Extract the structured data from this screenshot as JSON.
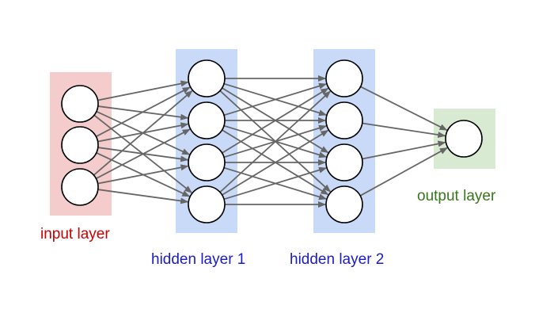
{
  "diagram": {
    "colors": {
      "node_stroke": "#000000",
      "node_fill": "#ffffff",
      "edge": "#666666",
      "background": "#ffffff"
    },
    "layers": [
      {
        "id": "input",
        "label": "input layer",
        "nodes": 3,
        "band_color": "#f4cccc",
        "label_color": "#cc0000"
      },
      {
        "id": "hidden1",
        "label": "hidden layer 1",
        "nodes": 4,
        "band_color": "#c9daf8",
        "label_color": "#1c1cc4"
      },
      {
        "id": "hidden2",
        "label": "hidden layer 2",
        "nodes": 4,
        "band_color": "#c9daf8",
        "label_color": "#1c1cc4"
      },
      {
        "id": "output",
        "label": "output layer",
        "nodes": 1,
        "band_color": "#d9ead3",
        "label_color": "#38761d"
      }
    ],
    "connectivity": "fully-connected"
  }
}
